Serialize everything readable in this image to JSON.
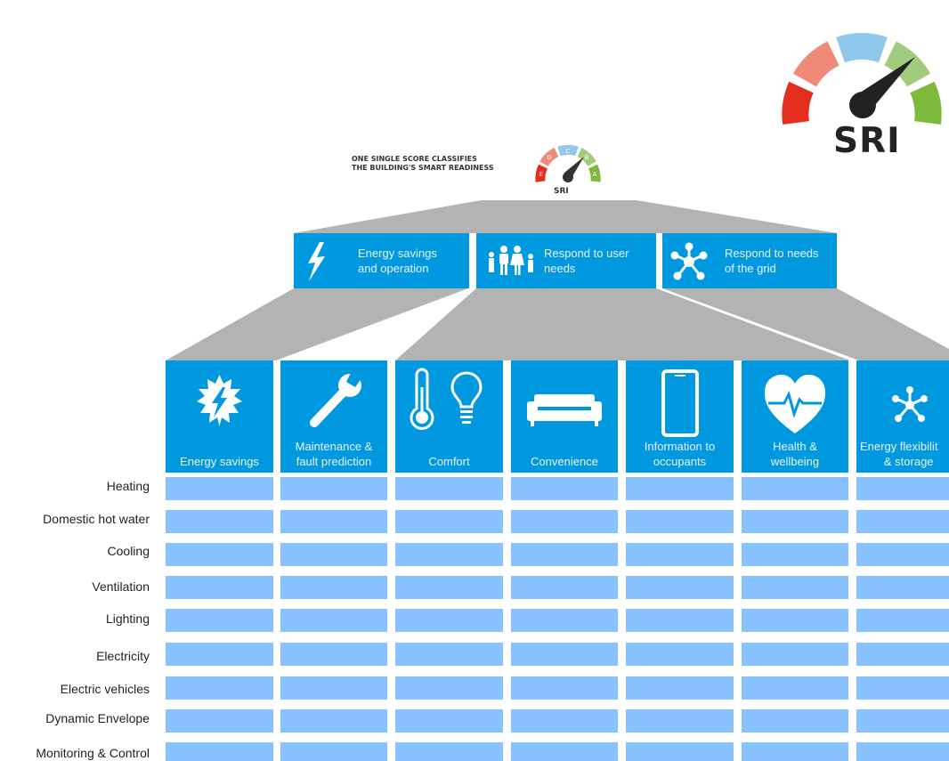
{
  "badge": {
    "caption_lines": [
      "ONE SINGLE SCORE CLASSIFIES",
      "THE BUILDING'S SMART READINESS"
    ],
    "small_label": "SRI",
    "small_gauge_letters": [
      "E",
      "D",
      "C",
      "B",
      "A"
    ],
    "big_label": "SRI"
  },
  "pillars": [
    {
      "icon": "lightning-icon",
      "line1": "Energy savings",
      "line2": "and operation"
    },
    {
      "icon": "family-icon",
      "line1": "Respond to user",
      "line2": "needs"
    },
    {
      "icon": "network-icon",
      "line1": "Respond to needs",
      "line2": "of the grid"
    }
  ],
  "domains": [
    {
      "icon": "energy-burst-icon",
      "line1": "Energy savings",
      "line2": ""
    },
    {
      "icon": "wrench-icon",
      "line1": "Maintenance &",
      "line2": "fault prediction"
    },
    {
      "icon": "thermometer-bulb-icon",
      "line1": "Comfort",
      "line2": ""
    },
    {
      "icon": "sofa-icon",
      "line1": "Convenience",
      "line2": ""
    },
    {
      "icon": "smartphone-icon",
      "line1": "Information to",
      "line2": "occupants"
    },
    {
      "icon": "heart-pulse-icon",
      "line1": "Health &",
      "line2": "wellbeing"
    },
    {
      "icon": "network-icon",
      "line1": "Energy flexibilit",
      "line2": "& storage"
    }
  ],
  "services": [
    "Heating",
    "Domestic hot water",
    "Cooling",
    "Ventilation",
    "Lighting",
    "Electricity",
    "Electric vehicles",
    "Dynamic Envelope",
    "Monitoring & Control"
  ],
  "colors": {
    "pillar_blue": "#0099e0",
    "cell_blue": "#87c1ff",
    "connector_gray": "#b3b3b3",
    "gauge_red": "#e52d1d",
    "gauge_salmon": "#ee8a77",
    "gauge_blue": "#8fc8ec",
    "gauge_lightgreen": "#9fcd7d",
    "gauge_green": "#7dba3c"
  }
}
